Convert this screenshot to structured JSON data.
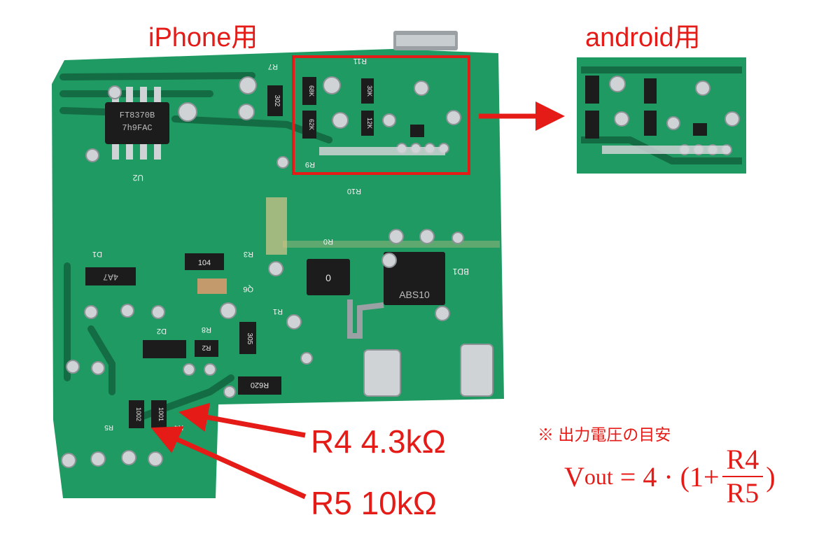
{
  "labels": {
    "iphone": "iPhone用",
    "android": "android用",
    "r4": "R4  4.3kΩ",
    "r5": "R5 10kΩ",
    "note": "※ 出力電圧の目安"
  },
  "formula": {
    "lhs": "V",
    "lhs_sub": "out",
    "rhs_prefix": "= 4 · (1+",
    "numerator": "R4",
    "denominator": "R5",
    "rhs_suffix": ")"
  },
  "board_markings": {
    "ic_top": "FT8370B",
    "ic_bottom": "7h9FAC",
    "u2": "U2",
    "r10": "R10",
    "r9": "R9",
    "r11": "R11",
    "r7": "R7",
    "r8": "R8",
    "r3": "R3",
    "r0": "R0",
    "r1": "R1",
    "r2": "R2",
    "r4": "R4",
    "r5": "R5",
    "q6": "Q6",
    "d1": "D1",
    "d2": "D2",
    "bd1": "BD1",
    "res_104": "104",
    "res_302": "302",
    "res_305": "305",
    "res_r620": "R620",
    "res_0": "0",
    "res_1001": "1001",
    "res_1002": "1002",
    "res_68k": "68K",
    "res_62k": "62K",
    "res_30k": "30K",
    "res_12k": "12K",
    "bridge": "ABS10",
    "diode": "4A7"
  },
  "colors": {
    "accent": "#e41b17",
    "pcb": "#1f9a62",
    "pcb_dark": "#136c43",
    "copper": "#c9a86a",
    "solder": "#cfd3d6",
    "component": "#1c1c1c"
  }
}
